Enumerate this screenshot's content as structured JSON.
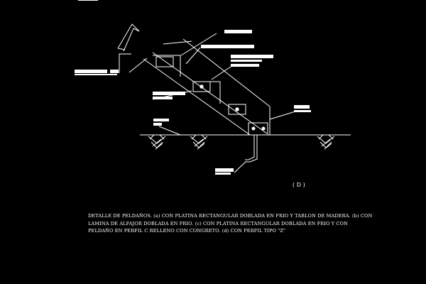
{
  "figure": {
    "detail_label": "( D )",
    "caption_lines": [
      "DETALLE DE PELDAÑOS. (a) CON PLATINA RECTANGULAR DOBLADA EN FRIO Y TABLON DE MADERA. (b) CON",
      "LAMINA DE ALFAJOR DOBLADA EN FRIO. (c) CON PLATINA RECTANGULAR DOBLADA EN FRIO Y CON",
      "PELDAÑO EN PERFIL C RELLENO CON CONGRETO. (d) CON PERFIL TIPO \"Z\""
    ]
  },
  "colors": {
    "background": "#000000",
    "lines": "#ffffff"
  }
}
